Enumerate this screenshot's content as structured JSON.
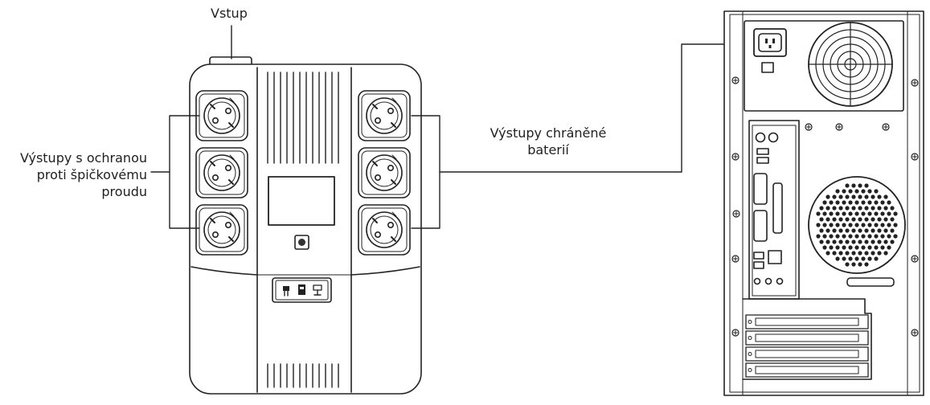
{
  "labels": {
    "input": "Vstup",
    "surge_outlets": [
      "Výstupy s ochranou",
      "proti špičkovému",
      "proudu"
    ],
    "battery_outlets": [
      "Výstupy chráněné",
      "baterií"
    ]
  },
  "ups": {
    "left_outlet_count": 3,
    "right_outlet_count": 3,
    "indicator_icons": [
      "plug-icon",
      "battery-icon",
      "network-icon"
    ]
  },
  "colors": {
    "line": "#222222",
    "device_fill": "#ffffff",
    "panel_fill": "#f7f7f7"
  }
}
